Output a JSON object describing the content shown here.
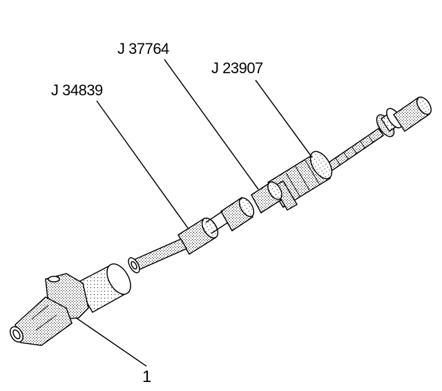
{
  "labels": {
    "j37764": "J 37764",
    "j23907": "J 23907",
    "j34839": "J 34839",
    "part1": "1"
  }
}
